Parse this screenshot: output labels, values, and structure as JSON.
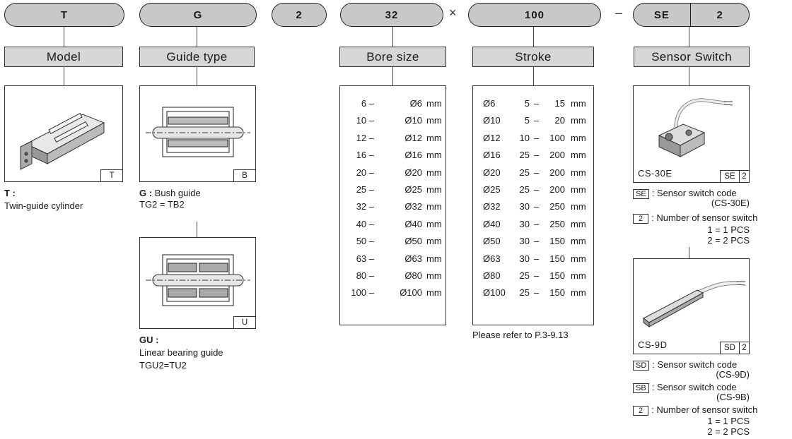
{
  "codes": {
    "model": "T",
    "guide": "G",
    "digit": "2",
    "bore": "32",
    "stroke": "100",
    "sensor_left": "SE",
    "sensor_right": "2",
    "sep_x": "×",
    "sep_dash": "–"
  },
  "labels": {
    "model": "Model",
    "guide": "Guide type",
    "bore": "Bore size",
    "stroke": "Stroke",
    "sensor": "Sensor Switch"
  },
  "model": {
    "corner": "T",
    "title": "T :",
    "desc": "Twin-guide cylinder"
  },
  "guide_bush": {
    "corner": "B",
    "title": "G :",
    "title_rest": " Bush guide",
    "line2": "TG2 = TB2"
  },
  "guide_linear": {
    "corner": "U",
    "title": "GU :",
    "line2": "Linear bearing guide",
    "line3": "TGU2=TU2"
  },
  "bore_rows": [
    {
      "code": "6 –",
      "dia": "Ø6",
      "unit": "mm"
    },
    {
      "code": "10 –",
      "dia": "Ø10",
      "unit": "mm"
    },
    {
      "code": "12 –",
      "dia": "Ø12",
      "unit": "mm"
    },
    {
      "code": "16 –",
      "dia": "Ø16",
      "unit": "mm"
    },
    {
      "code": "20 –",
      "dia": "Ø20",
      "unit": "mm"
    },
    {
      "code": "25 –",
      "dia": "Ø25",
      "unit": "mm"
    },
    {
      "code": "32 –",
      "dia": "Ø32",
      "unit": "mm"
    },
    {
      "code": "40 –",
      "dia": "Ø40",
      "unit": "mm"
    },
    {
      "code": "50 –",
      "dia": "Ø50",
      "unit": "mm"
    },
    {
      "code": "63 –",
      "dia": "Ø63",
      "unit": "mm"
    },
    {
      "code": "80 –",
      "dia": "Ø80",
      "unit": "mm"
    },
    {
      "code": "100 –",
      "dia": "Ø100",
      "unit": "mm"
    }
  ],
  "stroke_rows": [
    {
      "dia": "Ø6",
      "range": "5 – 15",
      "unit": "mm"
    },
    {
      "dia": "Ø10",
      "range": "5 – 20",
      "unit": "mm"
    },
    {
      "dia": "Ø12",
      "range": "10 – 100",
      "unit": "mm"
    },
    {
      "dia": "Ø16",
      "range": "25 – 200",
      "unit": "mm"
    },
    {
      "dia": "Ø20",
      "range": "25 – 200",
      "unit": "mm"
    },
    {
      "dia": "Ø25",
      "range": "25 – 200",
      "unit": "mm"
    },
    {
      "dia": "Ø32",
      "range": "30 – 250",
      "unit": "mm"
    },
    {
      "dia": "Ø40",
      "range": "30 – 250",
      "unit": "mm"
    },
    {
      "dia": "Ø50",
      "range": "30 – 150",
      "unit": "mm"
    },
    {
      "dia": "Ø63",
      "range": "30 – 150",
      "unit": "mm"
    },
    {
      "dia": "Ø80",
      "range": "25 – 150",
      "unit": "mm"
    },
    {
      "dia": "Ø100",
      "range": "25 – 150",
      "unit": "mm"
    }
  ],
  "stroke_note": "Please refer to P.3-9.13",
  "sensor_a": {
    "name": "CS-30E",
    "code1": "SE",
    "code2": "2",
    "tag1": "SE",
    "line1": ": Sensor switch code",
    "line1b": "(CS-30E)",
    "tag2": "2",
    "line2": ": Number of sensor switch",
    "opt1": "1 = 1 PCS",
    "opt2": "2 = 2 PCS"
  },
  "sensor_b": {
    "name": "CS-9D",
    "code1": "SD",
    "code2": "2",
    "tag1": "SD",
    "line1": ": Sensor switch code",
    "line1b": "(CS-9D)",
    "tag2": "SB",
    "line2": ": Sensor switch code",
    "line2b": "(CS-9B)",
    "tag3": "2",
    "line3": ": Number of sensor switch",
    "opt1": "1 = 1 PCS",
    "opt2": "2 = 2 PCS"
  }
}
